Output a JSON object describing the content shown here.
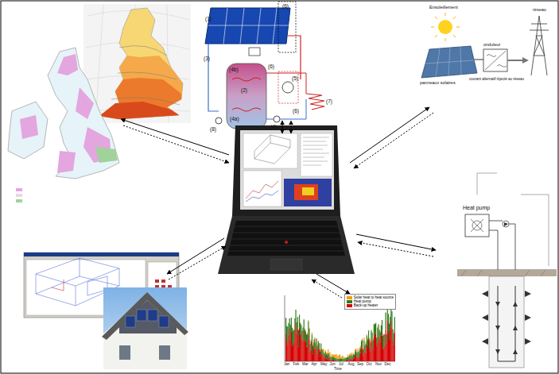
{
  "diagram": {
    "labels": [
      "(1)",
      "(6)",
      "(3)",
      "(4b)",
      "(6)",
      "(5)",
      "(2)",
      "(6)",
      "(4a)",
      "(8)",
      "(4)",
      "(7)",
      "Ensoleillement",
      "panneaux solaires",
      "onduleur",
      "réseau",
      "courant alternatif injecté au réseau",
      "Heat pump",
      "Jan",
      "Feb",
      "Mar",
      "Apr",
      "May",
      "Jun",
      "Jul",
      "Aug",
      "Sep",
      "Oct",
      "Nov",
      "Dec",
      "Time"
    ],
    "legend": [
      {
        "text": "Solar heat to heat source",
        "color": "#f39c12"
      },
      {
        "text": "Heat pump",
        "color": "#2e7d1e"
      },
      {
        "text": "Back-up heater",
        "color": "#d40000"
      }
    ]
  }
}
